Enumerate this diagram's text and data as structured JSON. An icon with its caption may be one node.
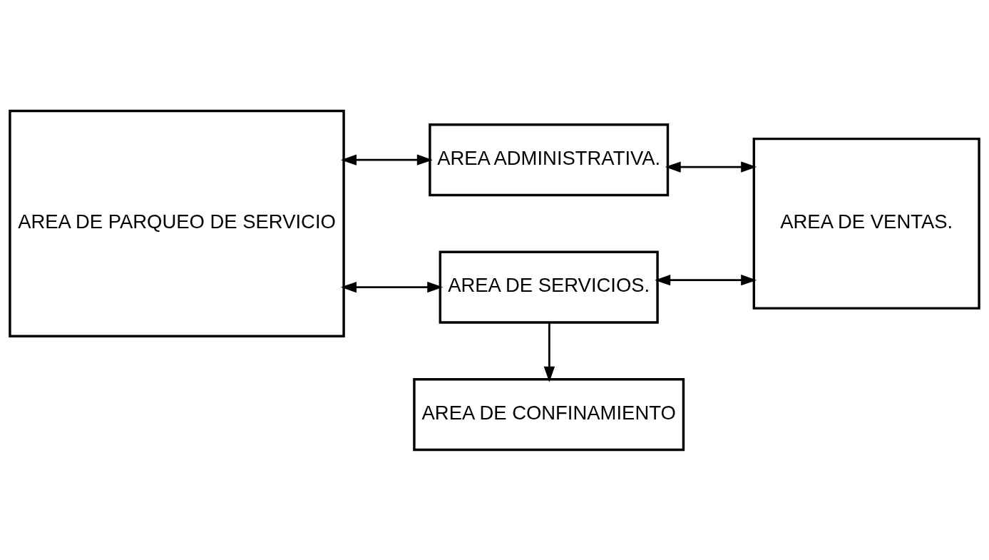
{
  "diagram": {
    "nodes": [
      {
        "text": [
          "AREA DE PARQUEO DE SERVICIO"
        ]
      },
      {
        "text": [
          "AREA ADMINISTRATIVA."
        ]
      },
      {
        "text": [
          "AREA DE VENTAS."
        ]
      },
      {
        "text": [
          "AREA DE SERVICIOS."
        ]
      },
      {
        "text": [
          "AREA DE CONFINAMIENTO"
        ]
      }
    ],
    "edges": [
      {
        "from": 0,
        "to": 1,
        "arrow": "both"
      },
      {
        "from": 0,
        "to": 3,
        "arrow": "both"
      },
      {
        "from": 1,
        "to": 2,
        "arrow": "both"
      },
      {
        "from": 3,
        "to": 2,
        "arrow": "both"
      },
      {
        "from": 3,
        "to": 4,
        "arrow": "to"
      }
    ]
  }
}
